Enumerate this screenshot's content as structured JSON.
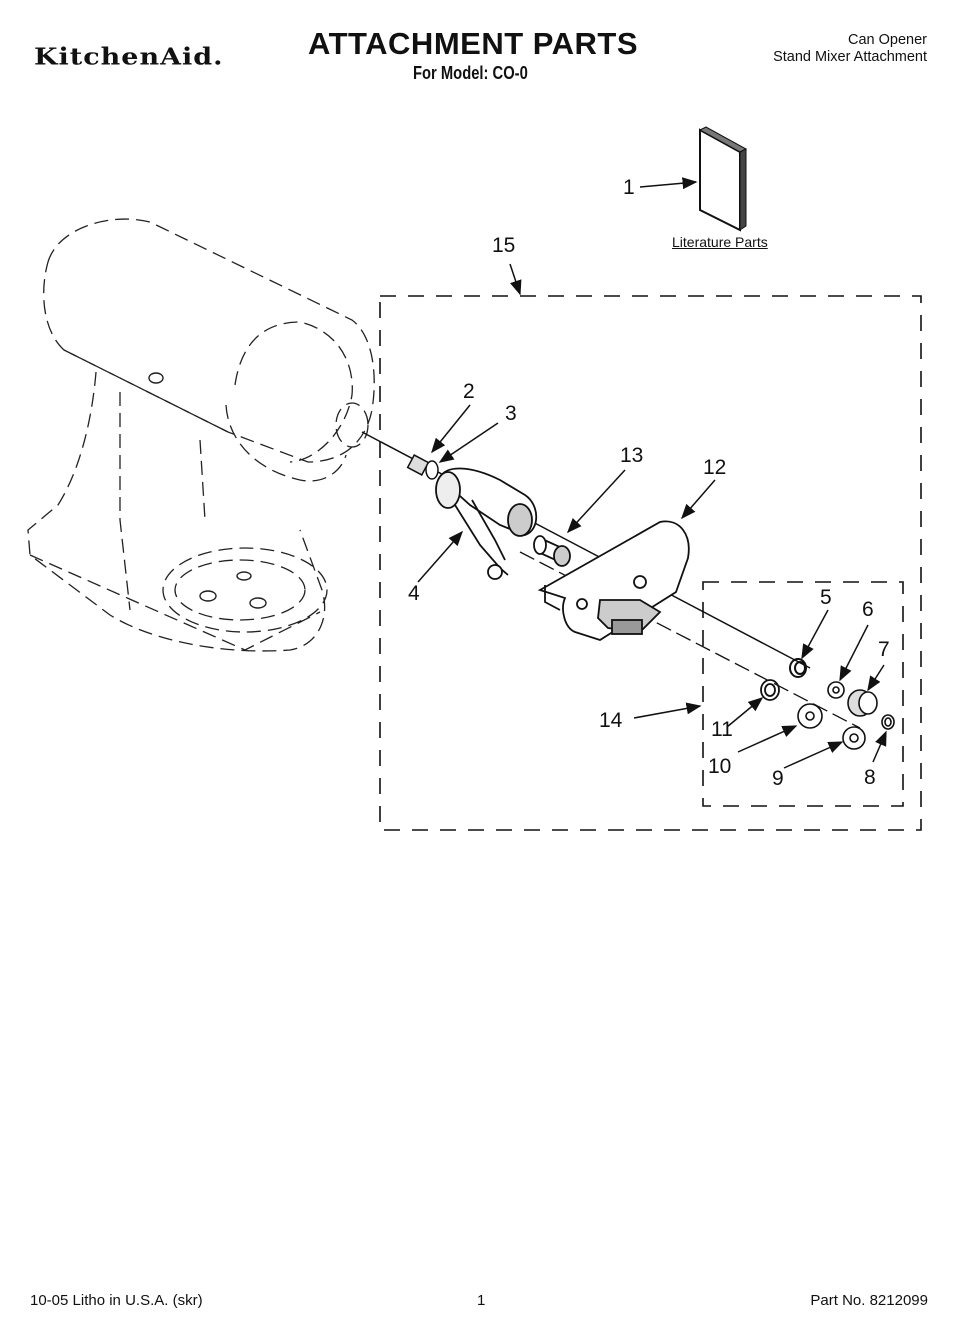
{
  "header": {
    "brand": "KitchenAid.",
    "title": "ATTACHMENT PARTS",
    "model_line": "For Model: CO-0",
    "product_line1": "Can Opener",
    "product_line2": "Stand Mixer Attachment"
  },
  "literature_label": "Literature Parts",
  "callouts": {
    "c1": "1",
    "c2": "2",
    "c3": "3",
    "c4": "4",
    "c5": "5",
    "c6": "6",
    "c7": "7",
    "c8": "8",
    "c9": "9",
    "c10": "10",
    "c11": "11",
    "c12": "12",
    "c13": "13",
    "c14": "14",
    "c15": "15"
  },
  "footer": {
    "litho": "10-05 Litho in U.S.A. (skr)",
    "page": "1",
    "part_no": "Part No. 8212099"
  }
}
